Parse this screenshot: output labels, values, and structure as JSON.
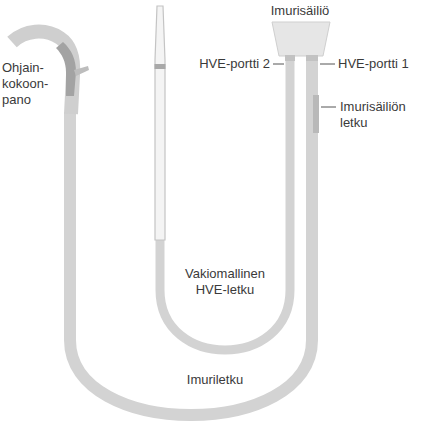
{
  "diagram": {
    "labels": [
      "Imurisäiliö",
      "Ohjain- kokoon- pano",
      "HVE-portti 2",
      "HVE-portti 1",
      "Imurisäiliön letku",
      "Vakiomallinen HVE-letku",
      "Imuriletku"
    ]
  }
}
